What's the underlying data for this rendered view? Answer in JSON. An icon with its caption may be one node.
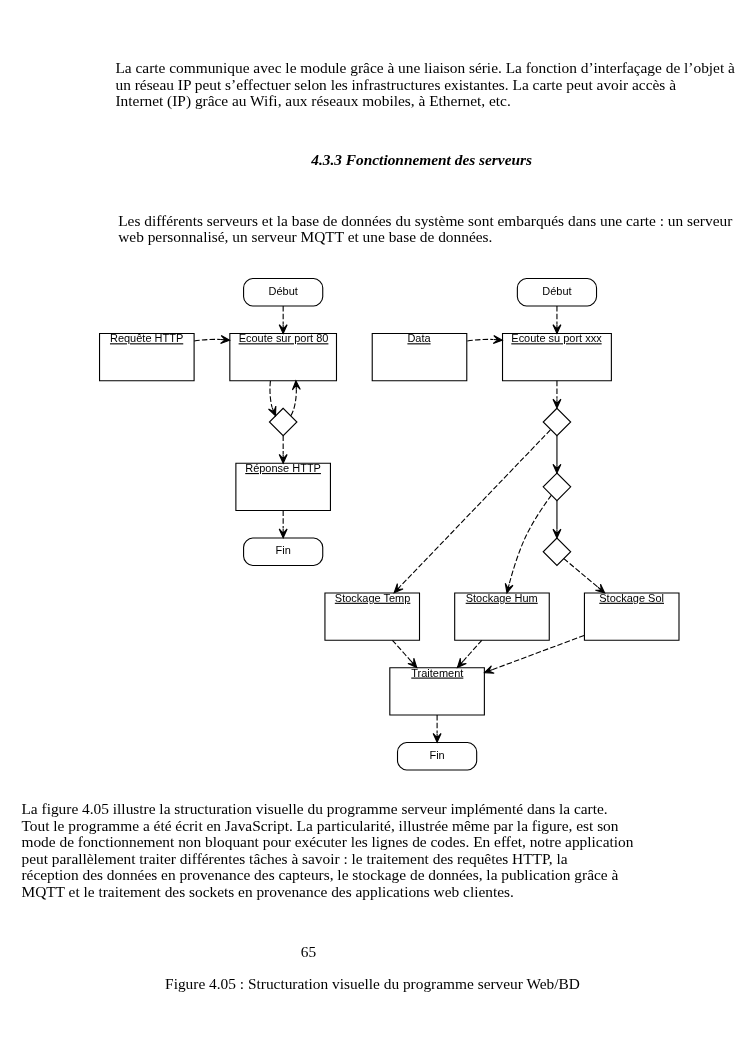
{
  "diagram": {
    "caption": "Figure 4.05 : Structuration visuelle du programme serveur Web/BD",
    "nodes": [
      {
        "text": [
          "Début"
        ]
      },
      {
        "text": [
          "Requête HTTP"
        ]
      },
      {
        "text": [
          "Ecoute sur port 80"
        ]
      },
      {
        "text": [],
        "shape": "diamond"
      },
      {
        "text": [
          "Réponse HTTP"
        ]
      },
      {
        "text": [
          "Fin"
        ]
      },
      {
        "text": [
          "Début"
        ]
      },
      {
        "text": [
          "Data"
        ]
      },
      {
        "text": [
          "Ecoute su port xxx"
        ]
      },
      {
        "text": [],
        "shape": "diamond"
      },
      {
        "text": [
          "Stockage Temp"
        ]
      },
      {
        "text": [],
        "shape": "diamond"
      },
      {
        "text": [
          "Stockage Hum"
        ]
      },
      {
        "text": [],
        "shape": "diamond"
      },
      {
        "text": [
          "Stockage Sol"
        ]
      },
      {
        "text": [
          "Traitement"
        ]
      },
      {
        "text": [
          "Fin"
        ]
      }
    ],
    "edges": [
      {
        "from": 0,
        "to": 2,
        "arrow": "to",
        "style": "dashed"
      },
      {
        "from": 1,
        "to": 2,
        "arrow": "to",
        "style": "dashed"
      },
      {
        "from": 2,
        "to": 3,
        "arrow": "to",
        "style": "dashed"
      },
      {
        "from": 3,
        "to": 2,
        "arrow": "to",
        "style": "dashed"
      },
      {
        "from": 3,
        "to": 4,
        "arrow": "to",
        "style": "dashed"
      },
      {
        "from": 4,
        "to": 5,
        "arrow": "to",
        "style": "dashed"
      },
      {
        "from": 6,
        "to": 8,
        "arrow": "to",
        "style": "dashed"
      },
      {
        "from": 7,
        "to": 8,
        "arrow": "to",
        "style": "dashed"
      },
      {
        "from": 8,
        "to": 9,
        "arrow": "to",
        "style": "dashed"
      },
      {
        "from": 9,
        "to": 10,
        "arrow": "to",
        "style": "dashed"
      },
      {
        "from": 9,
        "to": 11,
        "arrow": "to"
      },
      {
        "from": 11,
        "to": 12,
        "arrow": "to",
        "style": "dashed"
      },
      {
        "from": 11,
        "to": 13,
        "arrow": "to"
      },
      {
        "from": 13,
        "to": 14,
        "arrow": "to",
        "style": "dashed"
      },
      {
        "from": 10,
        "to": 15,
        "arrow": "to",
        "style": "dashed"
      },
      {
        "from": 14,
        "to": 15,
        "arrow": "to",
        "style": "dashed"
      },
      {
        "from": 12,
        "to": 15,
        "arrow": "to",
        "style": "dashed"
      },
      {
        "from": 15,
        "to": 16,
        "arrow": "to",
        "style": "dashed"
      }
    ],
    "labels": [
      "La carte communique avec le module grâce à une liaison série. La fonction d’interfaçage de l’objet à un réseau IP peut s’effectuer selon les infrastructures existantes. La carte peut avoir accès à Internet (IP) grâce au Wifi, aux réseaux mobiles, à Ethernet, etc.",
      "4.3.3 Fonctionnement des serveurs",
      "Les différents serveurs et la base de données du système sont embarqués dans une carte : un serveur web personnalisé, un serveur MQTT et une base de données.",
      "La figure 4.05 illustre la structuration visuelle du programme serveur implémenté dans la carte. Tout le programme a été écrit en JavaScript. La particularité, illustrée même par la figure, est son mode de fonctionnement non bloquant pour exécuter les lignes de codes. En effet, notre application peut parallèlement traiter différentes tâches à savoir : le traitement des requêtes HTTP, la réception des données en provenance des capteurs, le stockage de données, la publication grâce à MQTT et le traitement des sockets en provenance des applications web clientes.",
      "65"
    ]
  }
}
